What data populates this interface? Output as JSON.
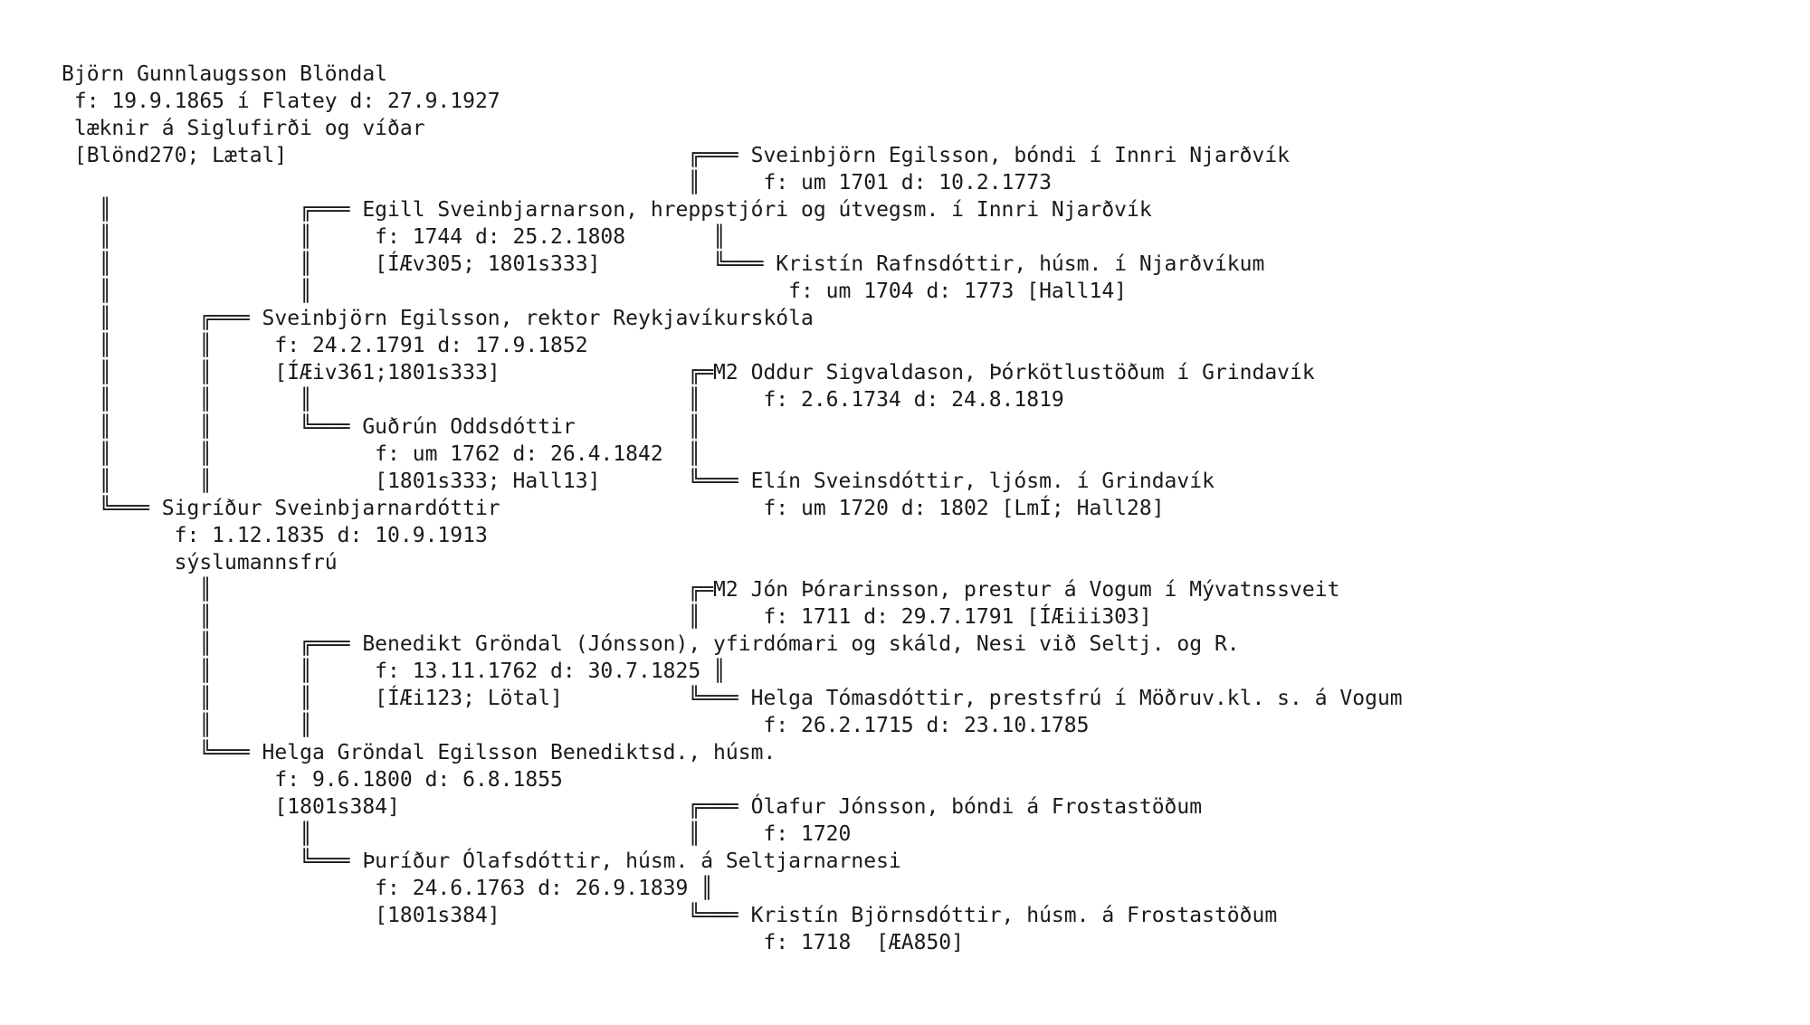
{
  "tree": {
    "lines": [
      "Björn Gunnlaugsson Blöndal",
      " f: 19.9.1865 í Flatey d: 27.9.1927",
      " læknir á Siglufirði og víðar",
      " [Blönd270; Lætal]                                ╔═══ Sveinbjörn Egilsson, bóndi í Innri Njarðvík",
      "                                                  ║     f: um 1701 d: 10.2.1773",
      "   ║               ╔═══ Egill Sveinbjarnarson, hreppstjóri og útvegsm. í Innri Njarðvík",
      "   ║               ║     f: 1744 d: 25.2.1808       ║",
      "   ║               ║     [ÍÆv305; 1801s333]         ╚═══ Kristín Rafnsdóttir, húsm. í Njarðvíkum",
      "   ║               ║                                      f: um 1704 d: 1773 [Hall14]",
      "   ║       ╔═══ Sveinbjörn Egilsson, rektor Reykjavíkurskóla",
      "   ║       ║     f: 24.2.1791 d: 17.9.1852",
      "   ║       ║     [ÍÆiv361;1801s333]               ╔═M2 Oddur Sigvaldason, Þórkötlustöðum í Grindavík",
      "   ║       ║       ║                              ║     f: 2.6.1734 d: 24.8.1819",
      "   ║       ║       ╚═══ Guðrún Oddsdóttir         ║",
      "   ║       ║             f: um 1762 d: 26.4.1842  ║",
      "   ║       ║             [1801s333; Hall13]       ╚═══ Elín Sveinsdóttir, ljósm. í Grindavík",
      "   ╚═══ Sigríður Sveinbjarnardóttir                     f: um 1720 d: 1802 [LmÍ; Hall28]",
      "         f: 1.12.1835 d: 10.9.1913",
      "         sýslumannsfrú",
      "           ║                                      ╔═M2 Jón Þórarinsson, prestur á Vogum í Mývatnssveit",
      "           ║                                      ║     f: 1711 d: 29.7.1791 [ÍÆiii303]",
      "           ║       ╔═══ Benedikt Gröndal (Jónsson), yfirdómari og skáld, Nesi við Seltj. og R.",
      "           ║       ║     f: 13.11.1762 d: 30.7.1825 ║",
      "           ║       ║     [ÍÆi123; Lötal]          ╚═══ Helga Tómasdóttir, prestsfrú í Möðruv.kl. s. á Vogum",
      "           ║       ║                                    f: 26.2.1715 d: 23.10.1785",
      "           ╚═══ Helga Gröndal Egilsson Benediktsd., húsm.",
      "                 f: 9.6.1800 d: 6.8.1855",
      "                 [1801s384]                       ╔═══ Ólafur Jónsson, bóndi á Frostastöðum",
      "                   ║                              ║     f: 1720",
      "                   ╚═══ Þuríður Ólafsdóttir, húsm. á Seltjarnarnesi",
      "                         f: 24.6.1763 d: 26.9.1839 ║",
      "                         [1801s384]               ╚═══ Kristín Björnsdóttir, húsm. á Frostastöðum",
      "                                                        f: 1718  [ÆA850]"
    ]
  }
}
